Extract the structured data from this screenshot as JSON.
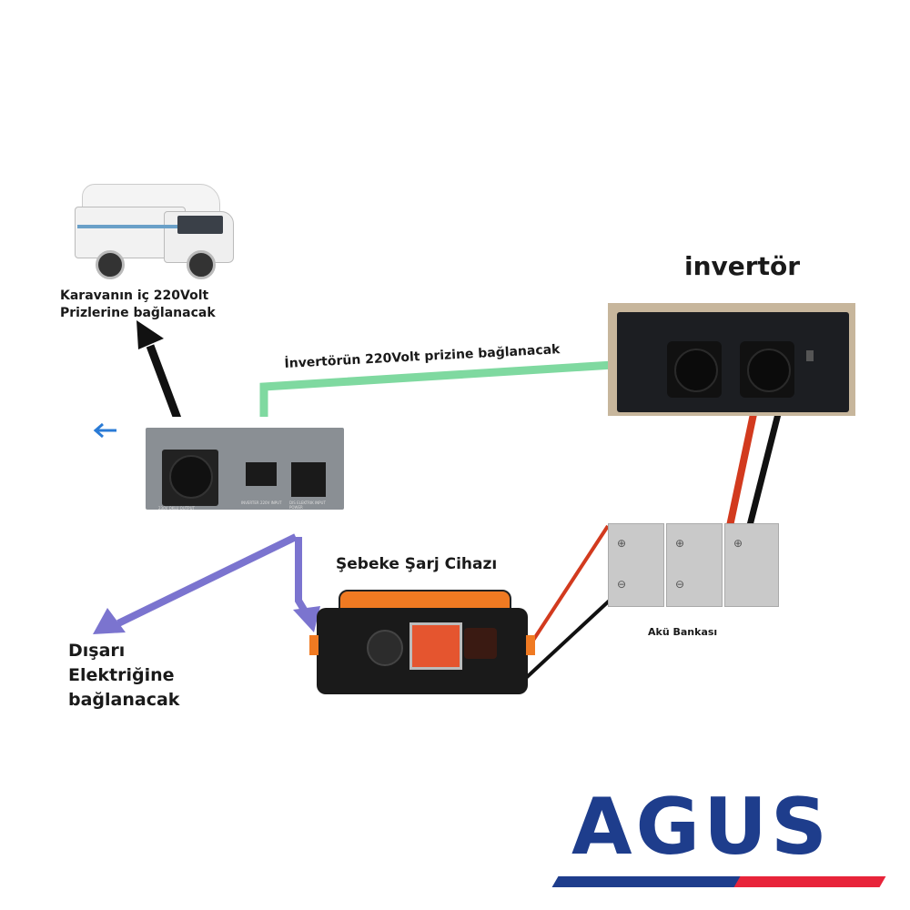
{
  "labels": {
    "caravan_line1": "Karavanın iç 220Volt",
    "caravan_line2": "Prizlerine bağlanacak",
    "inverter_title": "invertör",
    "inverter_link": "İnvertörün 220Volt prizine bağlanacak",
    "charger_title": "Şebeke Şarj Cihazı",
    "battery_bank": "Akü Bankası",
    "outside_line1": "Dışarı",
    "outside_line2": "Elektriğine",
    "outside_line3": "bağlanacak"
  },
  "switch_box": {
    "outlet_label": "230V OKLU OUTPUT",
    "input1_label": "INVERTER 220V INPUT",
    "input2_label": "DIS ELEKTRIK INPUT POWER"
  },
  "logo": {
    "text": "AGUS",
    "primary_color": "#1e3d8c",
    "accent_color": "#e8243a"
  },
  "colors": {
    "green_arrow": "#7fd9a0",
    "purple_arrow": "#7b74cf",
    "black_arrow": "#111111",
    "red_wire": "#d23a1e",
    "charger_orange": "#f07a22"
  }
}
